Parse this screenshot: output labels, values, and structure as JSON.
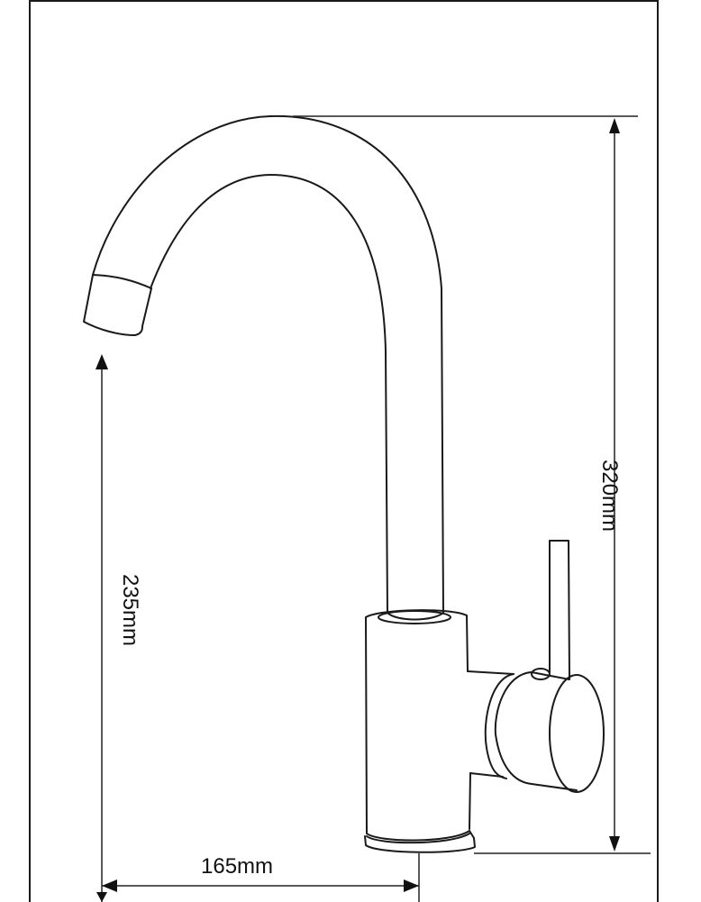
{
  "diagram": {
    "type": "technical-dimension-drawing",
    "subject": "swivel-spout single-lever faucet",
    "colors": {
      "line": "#1a1a1a",
      "background": "#ffffff"
    },
    "dimensions": {
      "total_height": {
        "value": 320,
        "unit": "mm",
        "label": "320mm",
        "orientation": "vertical"
      },
      "spout_clearance_height": {
        "value": 235,
        "unit": "mm",
        "label": "235mm",
        "orientation": "vertical"
      },
      "spout_reach": {
        "value": 165,
        "unit": "mm",
        "label": "165mm",
        "orientation": "horizontal"
      }
    },
    "parts": [
      "frame-border",
      "spout-arc",
      "spout-outlet",
      "riser-pipe",
      "body-cylinder",
      "base-flange",
      "lever-handle",
      "cartridge-housing"
    ]
  }
}
